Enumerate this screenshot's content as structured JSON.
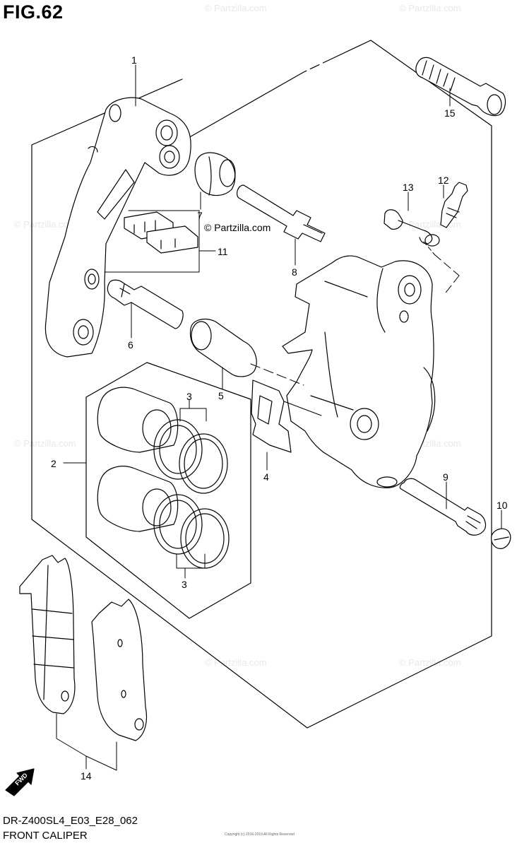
{
  "figure": {
    "title": "FIG.62",
    "code": "DR-Z400SL4_E03_E28_062",
    "name": "FRONT CALIPER",
    "copyright": "Copyright (c) 2016-2019 All Rights Reserved"
  },
  "watermark": {
    "main": "© Partzilla.com",
    "tile": "© Partzilla.com"
  },
  "fwd_label": "FWD",
  "callouts": [
    "1",
    "2",
    "3",
    "3",
    "4",
    "5",
    "6",
    "7",
    "8",
    "9",
    "10",
    "11",
    "12",
    "13",
    "14",
    "15"
  ]
}
